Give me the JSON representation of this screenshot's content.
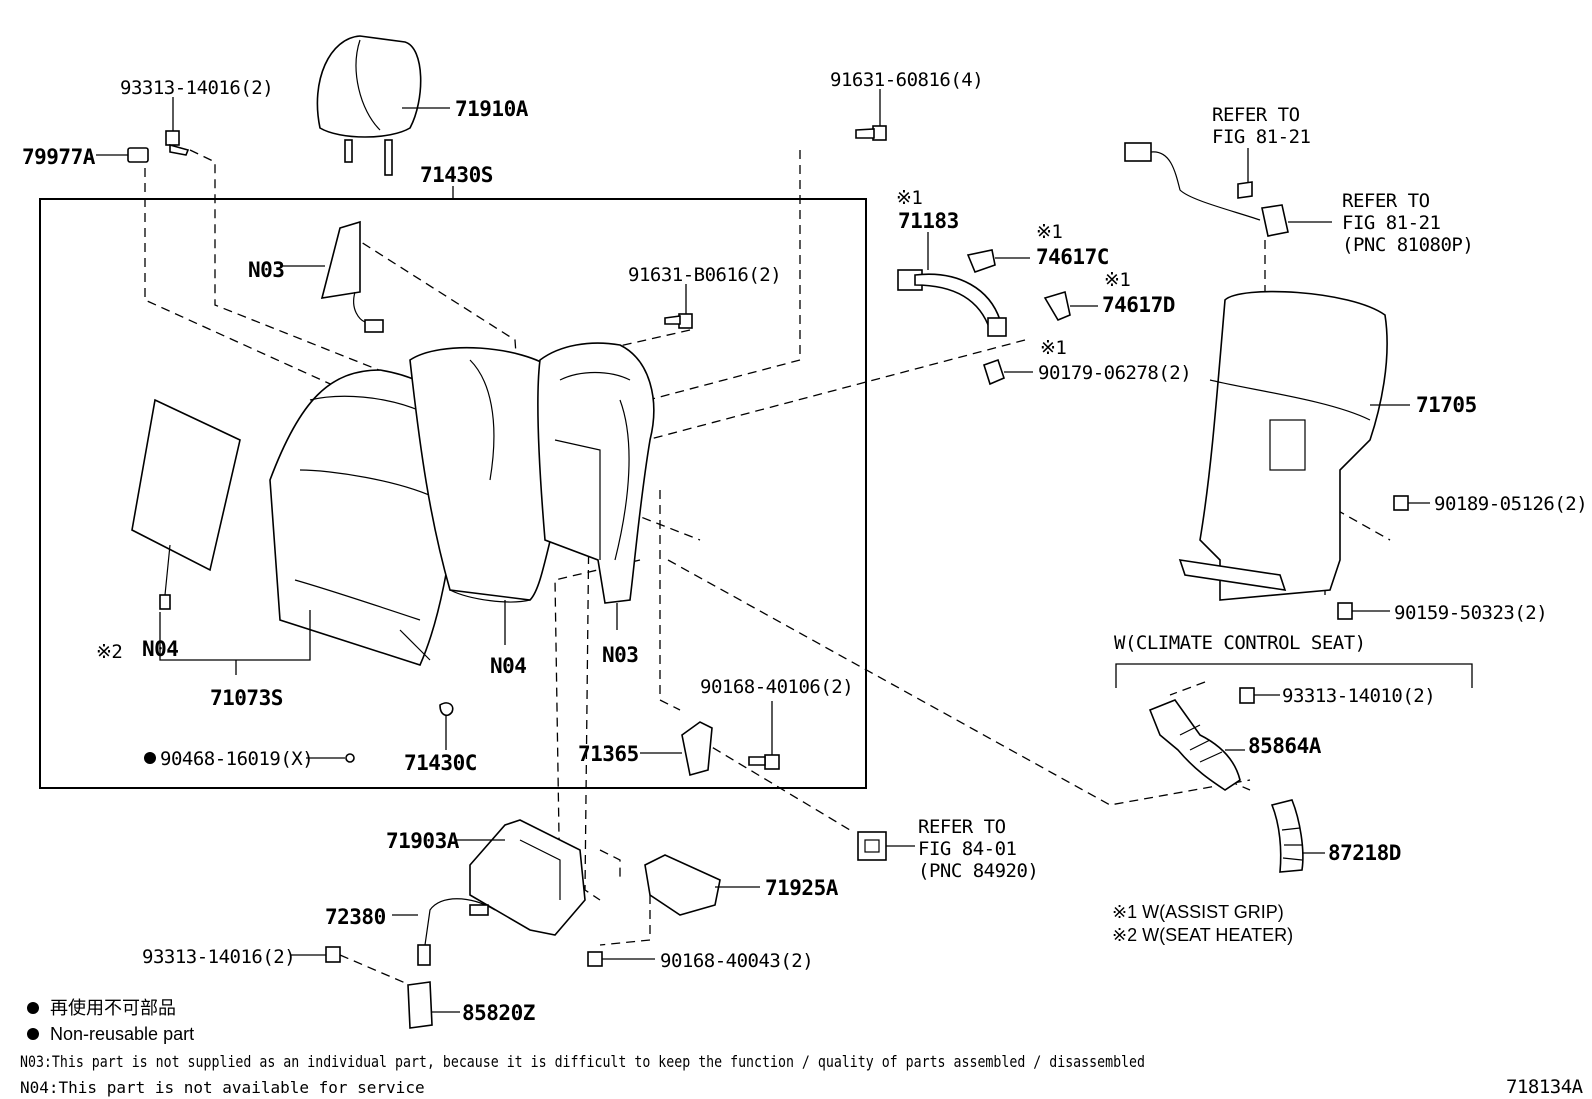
{
  "diagram_id": "718134A",
  "callouts": {
    "p93313_14016_top": "93313-14016(2)",
    "p79977A": "79977A",
    "p71910A": "71910A",
    "p71430S": "71430S",
    "p91631_60816": "91631-60816(4)",
    "p_N03_top": "N03",
    "p91631_B0616": "91631-B0616(2)",
    "p71183_mark": "※1",
    "p71183": "71183",
    "p74617C_mark": "※1",
    "p74617C": "74617C",
    "p74617D_mark": "※1",
    "p74617D": "74617D",
    "p90179_mark": "※1",
    "p90179_06278": "90179-06278(2)",
    "p71705": "71705",
    "p90189_05126": "90189-05126(2)",
    "p90159_50323": "90159-50323(2)",
    "p_N04_left": "N04",
    "p_mark2": "※2",
    "p71073S": "71073S",
    "p_N04_mid": "N04",
    "p_N03_mid": "N03",
    "p90168_40106": "90168-40106(2)",
    "p71365": "71365",
    "p71430C": "71430C",
    "p90468_16019": "90468-16019(X)",
    "p71903A": "71903A",
    "p72380": "72380",
    "p71925A": "71925A",
    "p93313_14016_bot": "93313-14016(2)",
    "p90168_40043": "90168-40043(2)",
    "p85820Z": "85820Z",
    "p93313_14010": "93313-14010(2)",
    "p85864A": "85864A",
    "p87218D": "87218D"
  },
  "refs": {
    "ref_top_1": "REFER TO",
    "ref_top_2": "FIG 81-21",
    "ref_right_1": "REFER TO",
    "ref_right_2": "FIG 81-21",
    "ref_right_3": "(PNC 81080P)",
    "ref_bottom_1": "REFER TO",
    "ref_bottom_2": "FIG 84-01",
    "ref_bottom_3": "(PNC 84920)"
  },
  "group_label": "W(CLIMATE CONTROL SEAT)",
  "footnotes": {
    "note1": "※1 W(ASSIST GRIP)",
    "note2": "※2 W(SEAT HEATER)"
  },
  "legend": {
    "jp": "再使用不可部品",
    "en": "Non-reusable part"
  },
  "notes": {
    "n03": "N03:This part is not supplied as an individual part, because it is difficult to keep the function / quality of parts assembled / disassembled",
    "n04": "N04:This part is not available for service"
  }
}
